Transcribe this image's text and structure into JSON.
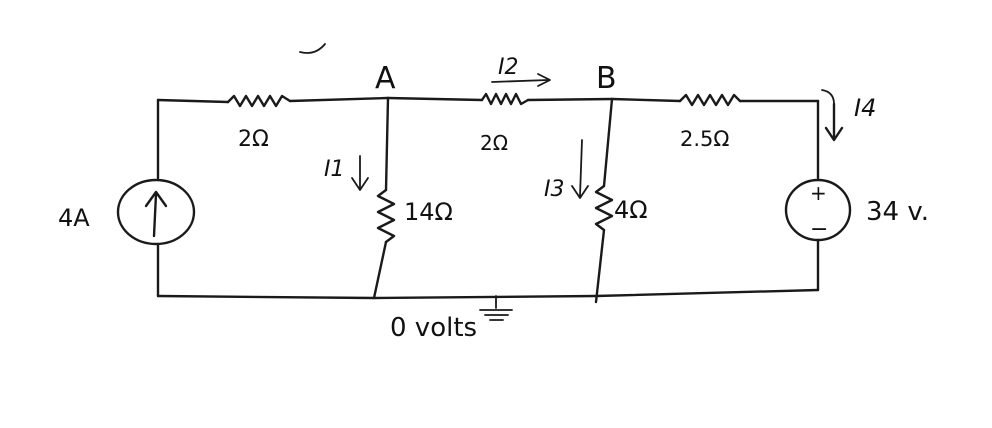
{
  "nodes": {
    "a_label": "A",
    "b_label": "B",
    "ground_label": "0 volts"
  },
  "components": {
    "source_current": {
      "label": "4A"
    },
    "r_left": {
      "label": "2Ω"
    },
    "r_middle": {
      "label": "2Ω"
    },
    "r_right": {
      "label": "2.5Ω"
    },
    "r_a_ground": {
      "label": "14Ω"
    },
    "r_b_ground": {
      "label": "4Ω"
    },
    "source_voltage": {
      "label": "34 v.",
      "plus": "+",
      "minus": "−"
    }
  },
  "currents": {
    "i1": "I1",
    "i2": "I2",
    "i3": "I3",
    "i4": "I4"
  }
}
